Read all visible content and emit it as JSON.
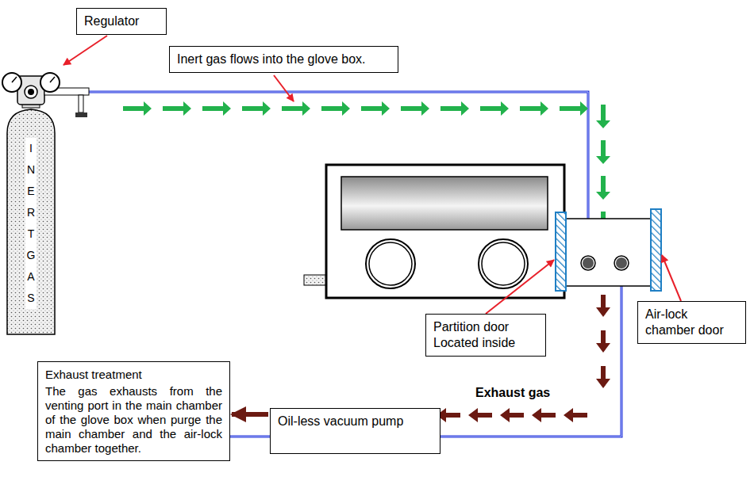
{
  "diagram": {
    "nodes": [
      {
        "text": [
          "Regulator"
        ]
      },
      {
        "text": [
          "Inert gas flows into the glove box."
        ]
      },
      {
        "text": [
          "I N E R T G A S"
        ]
      },
      {
        "text": [
          "Partition door Located inside"
        ]
      },
      {
        "text": [
          "Air-lock chamber door"
        ]
      },
      {
        "text": [
          "Oil-less vacuum pump"
        ]
      },
      {
        "text": [
          "Exhaust treatment",
          "The gas exhausts from the venting port in the main chamber of the glove box when purge the main chamber and the air-lock chamber together."
        ]
      }
    ],
    "edges": [
      {
        "from": 5,
        "to": 6,
        "arrow": "to"
      }
    ],
    "labels": [
      "Exhaust gas"
    ]
  }
}
